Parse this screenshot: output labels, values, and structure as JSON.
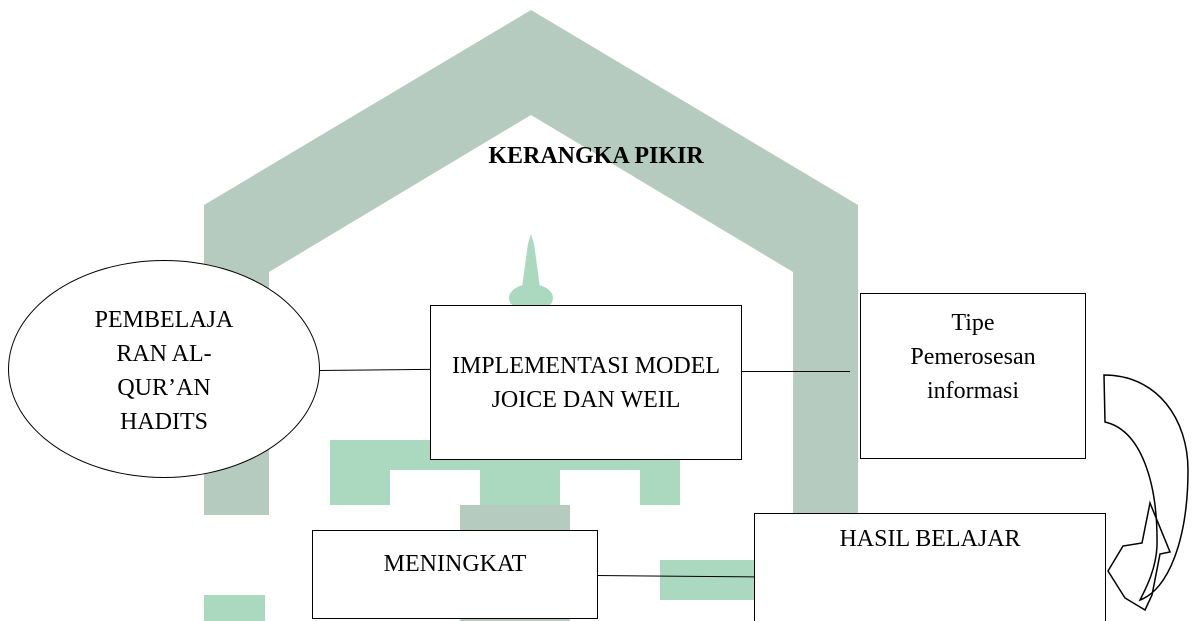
{
  "title": "KERANGKA PIKIR",
  "nodes": {
    "pembelajaran": "PEMBELAJA RAN AL- QUR’AN HADITS",
    "implementasi": "IMPLEMENTASI MODEL  JOICE DAN WEIL",
    "tipe": "Tipe Pemerosesan informasi",
    "hasil": "HASIL BELAJAR",
    "meningkat": "MENINGKAT"
  },
  "colors": {
    "watermark_gray": "#b5cbbf",
    "watermark_green": "#aad9c0",
    "stroke": "#000000"
  }
}
